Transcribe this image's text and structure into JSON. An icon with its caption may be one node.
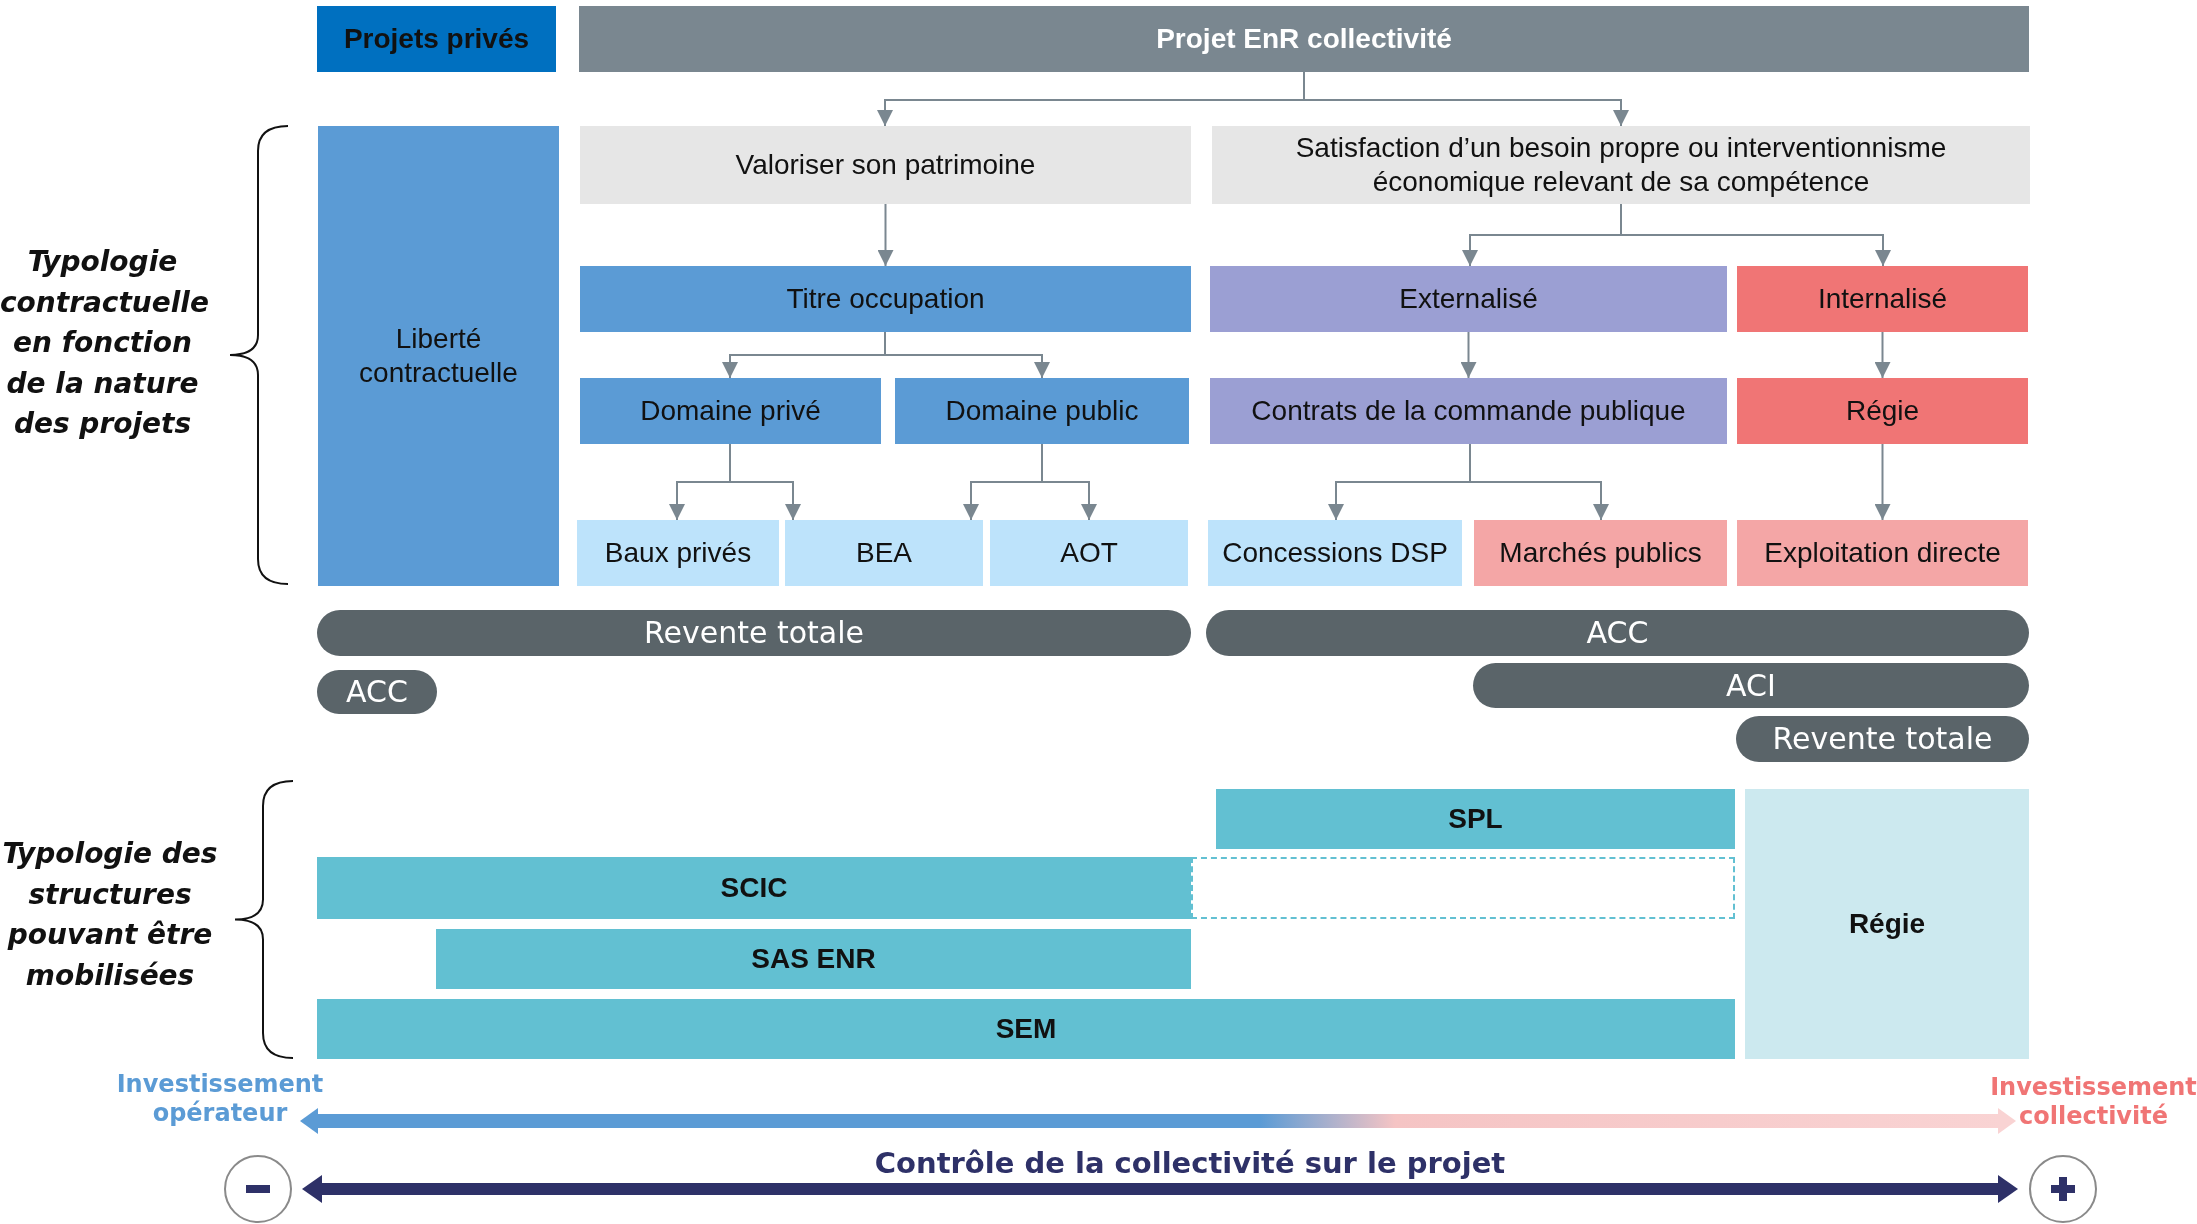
{
  "diagram": {
    "nodes": [
      {
        "text": [
          "Projets privés"
        ]
      },
      {
        "text": [
          "Projet EnR collectivité"
        ]
      },
      {
        "text": [
          "Liberté contractuelle"
        ]
      },
      {
        "text": [
          "Valoriser son patrimoine"
        ]
      },
      {
        "text": [
          "Satisfaction d’un besoin propre ou interventionnisme économique relevant de sa compétence"
        ]
      },
      {
        "text": [
          "Titre occupation"
        ]
      },
      {
        "text": [
          "Externalisé"
        ]
      },
      {
        "text": [
          "Internalisé"
        ]
      },
      {
        "text": [
          "Domaine privé"
        ]
      },
      {
        "text": [
          "Domaine public"
        ]
      },
      {
        "text": [
          "Contrats de la commande publique"
        ]
      },
      {
        "text": [
          "Régie"
        ]
      },
      {
        "text": [
          "Baux privés"
        ]
      },
      {
        "text": [
          "BEA"
        ]
      },
      {
        "text": [
          "AOT"
        ]
      },
      {
        "text": [
          "Concessions DSP"
        ]
      },
      {
        "text": [
          "Marchés publics"
        ]
      },
      {
        "text": [
          "Exploitation directe"
        ]
      },
      {
        "text": [
          "Revente totale"
        ]
      },
      {
        "text": [
          "ACC"
        ]
      },
      {
        "text": [
          "ACC"
        ]
      },
      {
        "text": [
          "ACI"
        ]
      },
      {
        "text": [
          "Revente totale"
        ]
      },
      {
        "text": [
          "SPL"
        ]
      },
      {
        "text": [
          "SCIC"
        ]
      },
      {
        "text": [
          "SAS ENR"
        ]
      },
      {
        "text": [
          "SEM"
        ]
      },
      {
        "text": [
          "Régie"
        ]
      },
      {
        "text": [],
        "shape": "box"
      }
    ],
    "edges": [
      {
        "from": 1,
        "to": 3,
        "arrow": "to"
      },
      {
        "from": 1,
        "to": 4,
        "arrow": "to"
      },
      {
        "from": 3,
        "to": 5,
        "arrow": "to"
      },
      {
        "from": 4,
        "to": 6,
        "arrow": "to"
      },
      {
        "from": 4,
        "to": 7,
        "arrow": "to"
      },
      {
        "from": 5,
        "to": 8,
        "arrow": "to"
      },
      {
        "from": 5,
        "to": 9,
        "arrow": "to"
      },
      {
        "from": 6,
        "to": 10,
        "arrow": "to"
      },
      {
        "from": 7,
        "to": 11,
        "arrow": "to"
      },
      {
        "from": 8,
        "to": 12,
        "arrow": "to"
      },
      {
        "from": 8,
        "to": 13,
        "arrow": "to"
      },
      {
        "from": 9,
        "to": 13,
        "arrow": "to"
      },
      {
        "from": 9,
        "to": 14,
        "arrow": "to"
      },
      {
        "from": 10,
        "to": 15,
        "arrow": "to"
      },
      {
        "from": 10,
        "to": 16,
        "arrow": "to"
      },
      {
        "from": 11,
        "to": 17,
        "arrow": "to"
      }
    ],
    "labels": [
      "Typologie contractuelle en fonction de la nature des projets",
      "Typologie des structures pouvant être mobilisées",
      "Investissement opérateur",
      "Investissement collectivité",
      "Contrôle de la collectivité sur le projet"
    ]
  }
}
